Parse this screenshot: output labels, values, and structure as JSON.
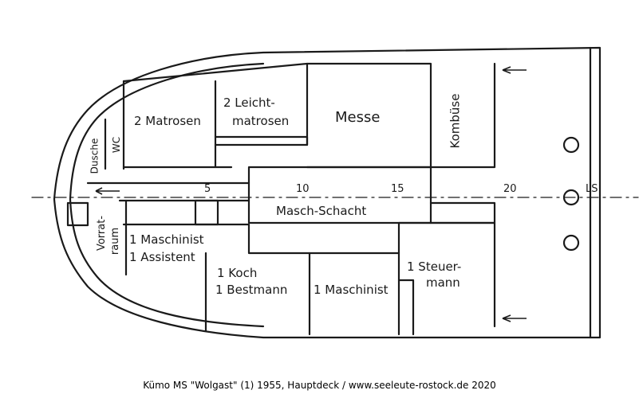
{
  "rooms": {
    "dusche": "Dusche",
    "wc": "WC",
    "matrosen": "2 Matrosen",
    "leicht_line1": "2 Leicht-",
    "leicht_line2": "matrosen",
    "messe": "Messe",
    "kombuese": "Kombüse",
    "vorraum_line1": "Vorrat-",
    "vorraum_line2": "raum",
    "maschinist_line1": "1 Maschinist",
    "maschinist_line2": "1 Assistent",
    "koch_line1": "1 Koch",
    "koch_line2": "1 Bestmann",
    "maschinist2": "1 Maschinist",
    "steuer_line1": "1 Steuer-",
    "steuer_line2": "mann",
    "schacht": "Masch-Schacht"
  },
  "frames": {
    "f5": "5",
    "f10": "10",
    "f15": "15",
    "f20": "20",
    "ls": "LS"
  },
  "caption": "Kümo MS \"Wolgast\" (1) 1955, Hauptdeck / www.seeleute-rostock.de 2020"
}
